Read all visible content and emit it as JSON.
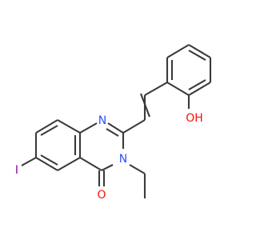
{
  "colors": {
    "bond": "#3a3a3a",
    "nitrogen": "#3050f8",
    "oxygen": "#ff0d0d",
    "iodine": "#940094",
    "background": "#ffffff"
  },
  "atoms": {
    "n1": "N",
    "n3": "N",
    "o_carbonyl": "O",
    "o_hydroxyl": "OH",
    "iodine": "I"
  }
}
